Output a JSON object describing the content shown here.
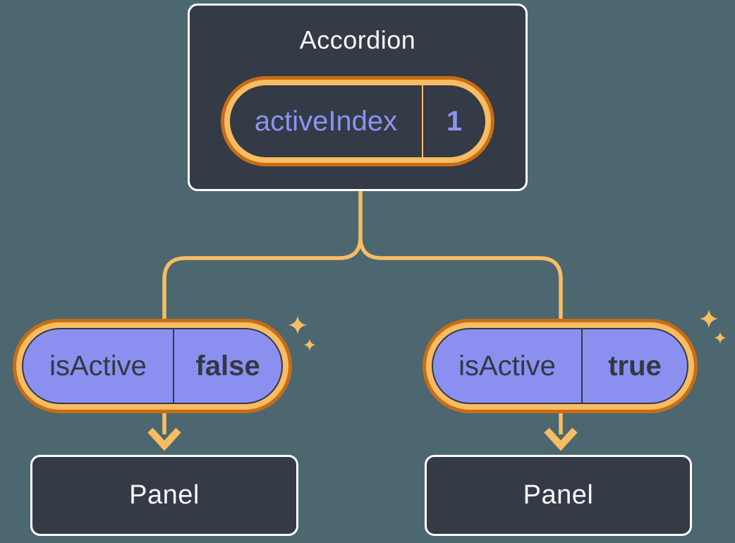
{
  "diagram": {
    "description": "React component tree showing state lifted to Accordion and isActive props passed to Panels",
    "root": {
      "title": "Accordion",
      "state_name": "activeIndex",
      "state_value": "1"
    },
    "children": [
      {
        "prop_name": "isActive",
        "prop_value": "false",
        "child_title": "Panel"
      },
      {
        "prop_name": "isActive",
        "prop_value": "true",
        "child_title": "Panel"
      }
    ],
    "icons": {
      "sparkle": "sparkle-icon",
      "arrow": "down-arrow-icon"
    },
    "colors": {
      "background": "#4C6770",
      "node_fill": "#343A46",
      "node_border": "#FFFFFF",
      "text_light": "#F6F7F9",
      "text_dark": "#333845",
      "accent_purple": "#8B90F0",
      "purple_text": "#8C93F0",
      "ring_outer_orange": "#C76D15",
      "ring_inner_orange": "#F8BC62",
      "connector_orange": "#F8BC62"
    }
  }
}
